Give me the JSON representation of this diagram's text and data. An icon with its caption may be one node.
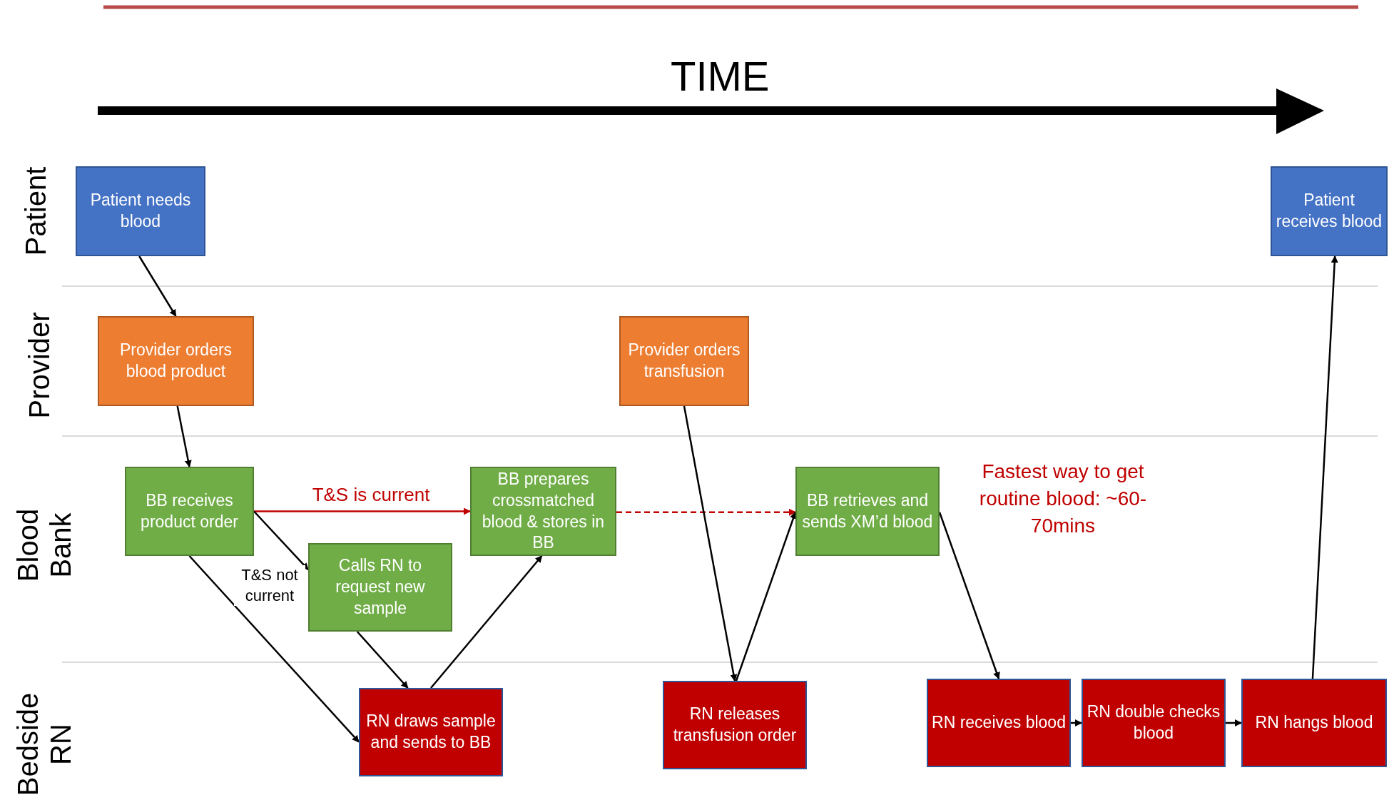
{
  "diagram": {
    "nodes": [
      {
        "text": [
          "Patient needs blood"
        ]
      },
      {
        "text": [
          "Provider orders blood product"
        ]
      },
      {
        "text": [
          "BB receives product order"
        ]
      },
      {
        "text": [
          "BB prepares crossmatched blood & stores in BB"
        ]
      },
      {
        "text": [
          "Calls RN to request new sample"
        ]
      },
      {
        "text": [
          "Provider orders transfusion"
        ]
      },
      {
        "text": [
          "BB retrieves and sends XM’d blood"
        ]
      },
      {
        "text": [
          "RN draws sample and sends to BB"
        ]
      },
      {
        "text": [
          "RN releases transfusion order"
        ]
      },
      {
        "text": [
          "RN receives blood"
        ]
      },
      {
        "text": [
          "RN double checks blood"
        ]
      },
      {
        "text": [
          "RN hangs blood"
        ]
      },
      {
        "text": [
          "Patient receives blood"
        ]
      }
    ],
    "edges": [
      {
        "from": 0,
        "to": 1,
        "arrow": "to"
      },
      {
        "from": 1,
        "to": 2,
        "arrow": "to"
      },
      {
        "from": 2,
        "to": 3,
        "arrow": "to",
        "label": "T&S is current",
        "color": "#c00000"
      },
      {
        "from": 2,
        "to": 4,
        "arrow": "to",
        "label": "T&S not current"
      },
      {
        "from": 2,
        "to": 7,
        "arrow": "to"
      },
      {
        "from": 4,
        "to": 7,
        "arrow": "to"
      },
      {
        "from": 7,
        "to": 3,
        "arrow": "to"
      },
      {
        "from": 3,
        "to": 6,
        "arrow": "to",
        "style": "dashed",
        "color": "#c00000"
      },
      {
        "from": 5,
        "to": 8,
        "arrow": "to"
      },
      {
        "from": 8,
        "to": 6,
        "arrow": "to"
      },
      {
        "from": 6,
        "to": 9,
        "arrow": "to"
      },
      {
        "from": 9,
        "to": 10,
        "arrow": "to"
      },
      {
        "from": 10,
        "to": 11,
        "arrow": "to"
      },
      {
        "from": 11,
        "to": 12,
        "arrow": "to"
      }
    ],
    "labels": [
      "TIME",
      "Patient",
      "Provider",
      "Blood Bank",
      "Bedside RN",
      "Fastest way to get routine blood: ~60-70mins"
    ]
  }
}
